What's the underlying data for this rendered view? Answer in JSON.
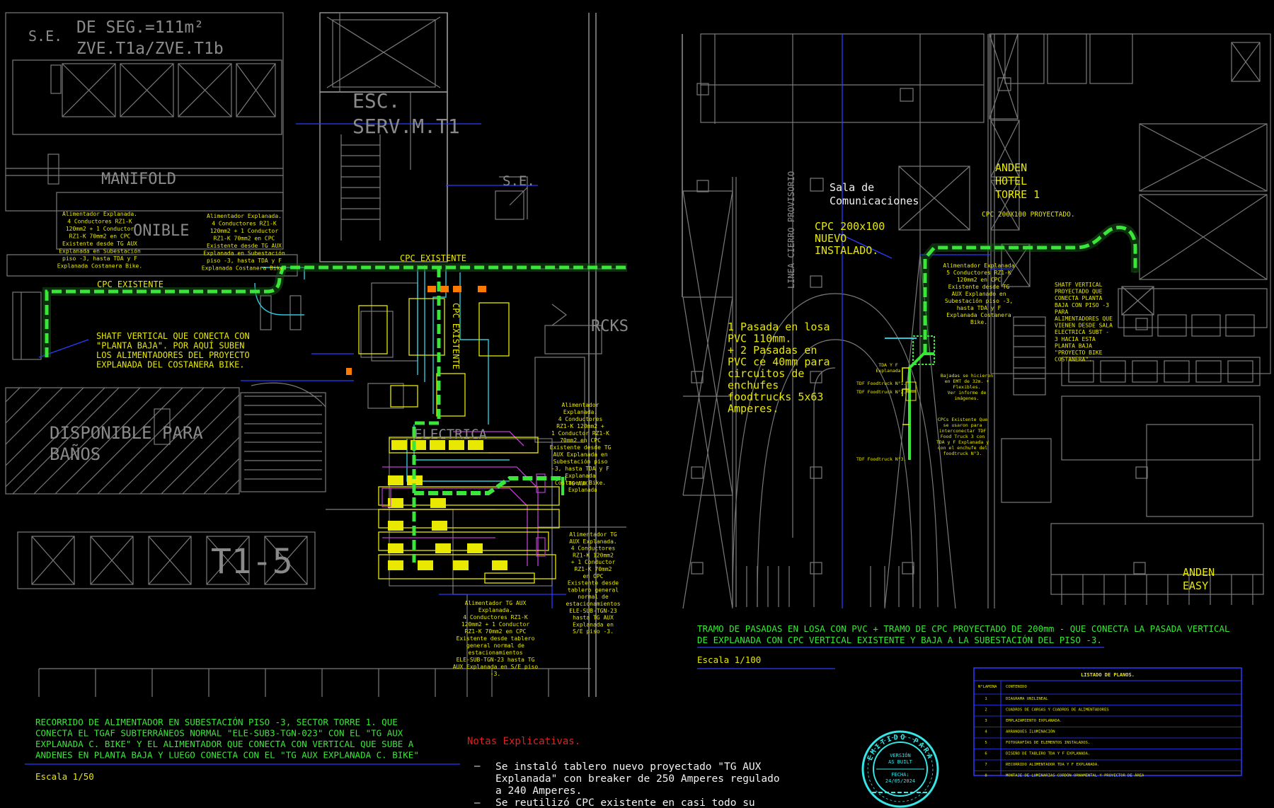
{
  "left_plan": {
    "area_label": "DE SEG.=111m²",
    "zone_label": "ZVE.T1a/ZVE.T1b",
    "se_label_1": "S.E.",
    "esc_label_1": "ESC.",
    "esc_label_2": "SERV.M.T1",
    "se_label_2": "S.E.",
    "manifold_label": "MANIFOLD",
    "disponible_fragment": "ONIBLE",
    "disponible_banos_1": "DISPONIBLE PARA",
    "disponible_banos_2": "BAÑOS",
    "rcks_label": "RCKS",
    "electrica_fragment": "ELECTRICA",
    "t15_label": "T1-5",
    "cpc_existente_1": "CPC EXISTENTE",
    "cpc_existente_2": "CPC EXISTENTE",
    "cpc_existente_vertical": "CPC EXISTENTE",
    "note_feeder_a": [
      "Alimentador Explanada.",
      "4 Conductores RZ1-K",
      "120mm2 + 1 Conductor",
      "RZ1-K 70mm2 en CPC",
      "Existente desde TG AUX",
      "Explanada en Subestación",
      "piso -3, hasta TDA y F",
      "Explanada Costanera Bike."
    ],
    "note_feeder_b": [
      "Alimentador Explanada.",
      "4 Conductores RZ1-K",
      "120mm2 + 1 Conductor",
      "RZ1-K 70mm2 en CPC",
      "Existente desde TG AUX",
      "Explanada en Subestación",
      "piso -3, hasta TDA y F",
      "Explanada Costanera Bike."
    ],
    "shatf_note": [
      "SHATF VERTICAL QUE CONECTA CON",
      "\"PLANTA BAJA\". POR AQUÍ SUBEN",
      "LOS ALIMENTADORES DEL PROYECTO",
      "EXPLANADA DEL COSTANERA BIKE."
    ],
    "note_right_1": [
      "Alimentador",
      "Explanada.",
      "4 Conductores",
      "RZ1-K 120mm2 +",
      "1 Conductor RZ1-K",
      "70mm2 en CPC",
      "Existente desde TG",
      "AUX Explanada en",
      "Subestación piso",
      "-3, hasta TDA y F",
      "Explanada",
      "Costanera Bike."
    ],
    "tg_aux_label": [
      "TG AUX",
      "Explanada"
    ],
    "note_right_2": [
      "Alimentador TG",
      "AUX Explanada.",
      "4 Conductores",
      "RZ1-K 120mm2",
      "+ 1 Conductor",
      "RZ1-K 70mm2",
      "en CPC",
      "Existente desde",
      "tablero general",
      "normal de",
      "estacionamientos",
      "ELE-SUB-TGN-23",
      "hasta TG AUX",
      "Explanada en",
      "S/E piso -3."
    ],
    "note_bottom": [
      "Alimentador TG AUX",
      "Explanada.",
      "4 Conductores RZ1-K",
      "120mm2 + 1 Conductor",
      "RZ1-K 70mm2 en CPC",
      "Existente desde tablero",
      "general normal de",
      "estacionamientos",
      "ELE-SUB-TGN-23 hasta TG",
      "AUX Explanada en S/E piso",
      "-3."
    ],
    "caption": [
      "RECORRIDO DE ALIMENTADOR EN SUBESTACIÓN PISO -3, SECTOR TORRE 1. QUE",
      "CONECTA EL TGAF SUBTERRÁNEOS NORMAL \"ELE-SUB3-TGN-023\" CON EL \"TG AUX",
      "EXPLANADA C. BIKE\" Y EL ALIMENTADOR QUE CONECTA CON VERTICAL QUE SUBE A",
      "ANDENES EN PLANTA BAJA Y LUEGO CONECTA CON EL \"TG AUX EXPLANADA C. BIKE\""
    ],
    "scale": "Escala 1/50"
  },
  "notes": {
    "title": "Notas Explicativas.",
    "items": [
      [
        "Se instaló tablero nuevo proyectado \"TG AUX",
        "Explanada\" con breaker de 250 Amperes regulado",
        "a 240 Amperes."
      ],
      [
        "Se reutilizó CPC existente en casi todo su"
      ]
    ],
    "bullet": "—"
  },
  "right_plan": {
    "sala_1": "Sala de",
    "sala_2": "Comunicaciones",
    "cpc_nuevo": [
      "CPC 200x100",
      "NUEVO",
      "INSTALADO."
    ],
    "linea_cierre": "LINEA CIERRO PROVISORIO",
    "anden_hotel": [
      "ANDEN",
      "HOTEL",
      "TORRE 1"
    ],
    "cpc_proyectado": "CPC 200X100 PROYECTADO.",
    "pasada_note": [
      "1 Pasada en losa",
      "PVC 110mm.",
      "+ 2 Pasadas en",
      "PVC ce 40mm para",
      "circuitos de",
      "enchufes",
      "foodtrucks 5x63",
      "Amperes."
    ],
    "feeder_note": [
      "Alimentador Explanada",
      "5 Conductores RZ1-K",
      "120mm2 en CPC",
      "Existente desde TG",
      "AUX Explanado en",
      "Subestación piso -3,",
      "hasta TDA y F",
      "Explanada Costanera",
      "Bike."
    ],
    "shatf_note": [
      "SHATF VERTICAL",
      "PROYECTADO QUE",
      "CONECTA PLANTA",
      "BAJA CON PISO -3",
      "PARA",
      "ALIMENTADORES QUE",
      "VIENEN DESDE SALA",
      "ELECTRICA SUBT -",
      "3 HACIA ESTA",
      "PLANTA BAJA",
      "\"PROYECTO BIKE",
      "COSTANERA\"."
    ],
    "tda_label": [
      "TDA Y F",
      "Explanada"
    ],
    "tdf_1": "TDF Foodtruck N°1.",
    "tdf_2": "TDF Foodtruck N°2.",
    "tdf_3": "TDF Foodtruck N°3.",
    "bajadas_note": [
      "Bajadas se hicieron",
      "en EMT de 32m. +",
      "Flexibles.",
      "Ver informe de",
      "imágenes."
    ],
    "cpcs_note": [
      "CPCs Existente Que",
      "se usaron para",
      "interconectar TDF",
      "Food Truck 3 con",
      "TDA y F Explanada y",
      "con el enchufe del",
      "foodtruck N°3."
    ],
    "anden_easy": [
      "ANDEN",
      "EASY"
    ],
    "caption": [
      "TRAMO DE PASADAS EN LOSA CON PVC + TRAMO DE CPC PROYECTADO DE 200mm - QUE CONECTA LA PASADA VERTICAL",
      "DE EXPLANADA CON CPC VERTICAL EXISTENTE Y BAJA A LA SUBESTACIÓN DEL PISO -3."
    ],
    "scale": "Escala 1/100"
  },
  "plan_list": {
    "title": "LISTADO DE PLANOS.",
    "col_num": "N°LAMINA",
    "col_content": "CONTENIDO",
    "rows": [
      {
        "n": "1",
        "c": "DIAGRAMA UNILINEAL"
      },
      {
        "n": "2",
        "c": "CUADROS DE CARGAS Y CUADROS DE ALIMENTADORES"
      },
      {
        "n": "3",
        "c": "EMPLAZAMIENTO EXPLANADA."
      },
      {
        "n": "4",
        "c": "ARRANQUES ILUMINACIÓN"
      },
      {
        "n": "5",
        "c": "FOTOGRAFÍAS DE ELEMENTOS INSTALADOS."
      },
      {
        "n": "6",
        "c": "DISEÑO DE TABLERO TDA Y F EXPLANADA."
      },
      {
        "n": "7",
        "c": "RECORRIDO ALIMENTADOR TDA Y F EXPLANADA."
      },
      {
        "n": "8",
        "c": "MONTAJE DE LUMINARIAS CORDÓN ORNAMENTAL Y PROYECTOR DE ÁREA"
      }
    ]
  },
  "stamp": {
    "arc_text": "EMITIDO PARA",
    "line1": "VERSIÓN",
    "line2": "AS BUILT",
    "fecha_label": "FECHA:",
    "fecha": "24/05/2024"
  },
  "colors": {
    "background": "#000000",
    "cpc_green": "#39e639",
    "annotation_yellow": "#e8e800",
    "blue_lines": "#2a3cff",
    "stamp_cyan": "#36e6e6",
    "notes_red": "#e02020"
  }
}
